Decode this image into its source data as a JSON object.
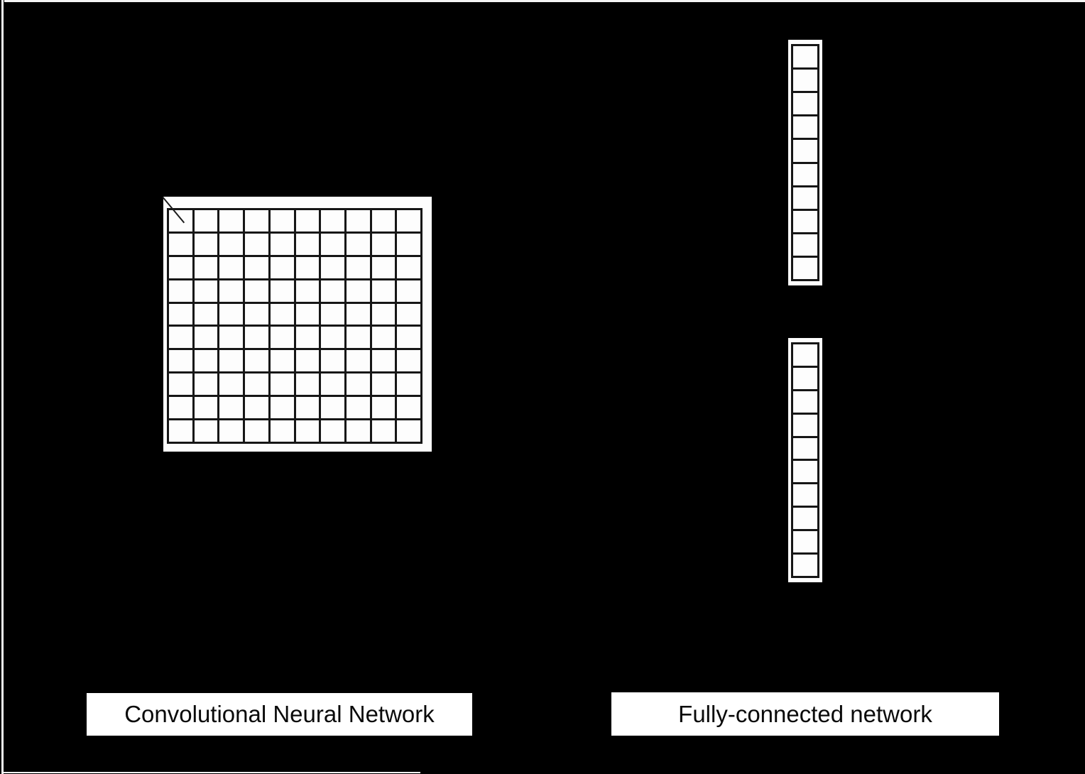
{
  "figure": {
    "left": {
      "label": "Convolutional Neural Network",
      "grid": {
        "rows": 10,
        "cols": 10
      }
    },
    "right": {
      "label": "Fully-connected network",
      "columns": [
        {
          "cells": 10
        },
        {
          "cells": 10
        }
      ]
    }
  },
  "colors": {
    "background": "#000000",
    "panel": "#fdfdfd",
    "grid_line": "#161616",
    "frame": "#f5f5f5",
    "caption_background": "#ffffff",
    "caption_text": "#0a0a0a"
  }
}
